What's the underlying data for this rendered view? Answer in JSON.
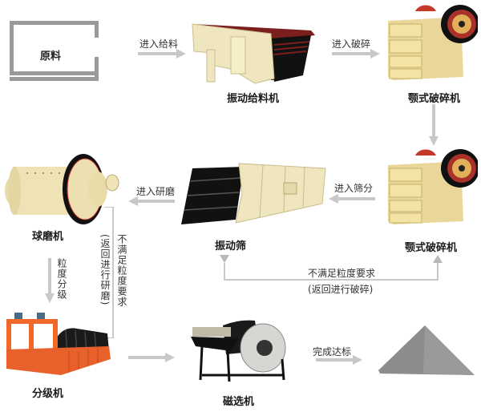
{
  "diagram": {
    "title": "",
    "nodes": [
      {
        "id": "raw",
        "label": "原料"
      },
      {
        "id": "feeder",
        "label": "振动给料机",
        "icon": "vibrating-feeder"
      },
      {
        "id": "jaw1",
        "label": "颚式破碎机",
        "icon": "jaw-crusher"
      },
      {
        "id": "jaw2",
        "label": "颚式破碎机",
        "icon": "jaw-crusher"
      },
      {
        "id": "screen",
        "label": "振动筛",
        "icon": "vibrating-screen"
      },
      {
        "id": "ballmill",
        "label": "球磨机",
        "icon": "ball-mill"
      },
      {
        "id": "classifier",
        "label": "分级机",
        "icon": "spiral-classifier"
      },
      {
        "id": "magsep",
        "label": "磁选机",
        "icon": "magnetic-separator"
      },
      {
        "id": "product",
        "label": "",
        "icon": "product-pile"
      }
    ],
    "edges": [
      {
        "from": "raw",
        "to": "feeder",
        "label": "进入给料"
      },
      {
        "from": "feeder",
        "to": "jaw1",
        "label": "进入破碎"
      },
      {
        "from": "jaw1",
        "to": "jaw2",
        "label": ""
      },
      {
        "from": "jaw2",
        "to": "screen",
        "label": "进入筛分"
      },
      {
        "from": "screen",
        "to": "ballmill",
        "label": "进入研磨"
      },
      {
        "from": "ballmill",
        "to": "classifier",
        "label": "粒度分级"
      },
      {
        "from": "classifier",
        "to": "magsep",
        "label": ""
      },
      {
        "from": "magsep",
        "to": "product",
        "label": "完成达标"
      },
      {
        "from": "screen",
        "to": "jaw2",
        "label": "不满足粒度要求",
        "sublabel": "(返回进行破碎)"
      },
      {
        "from": "classifier",
        "to": "ballmill",
        "label": "不满足粒度要求",
        "sublabel": "(返回进行研磨)"
      }
    ],
    "colors": {
      "arrow": "#c8c8c8",
      "box_border": "#9a9a9a",
      "machine_cream": "#efe6bf",
      "feeder_red": "#7a1e1e",
      "classifier_orange": "#f0682a",
      "pile_gray": "#8c8c8c"
    }
  }
}
